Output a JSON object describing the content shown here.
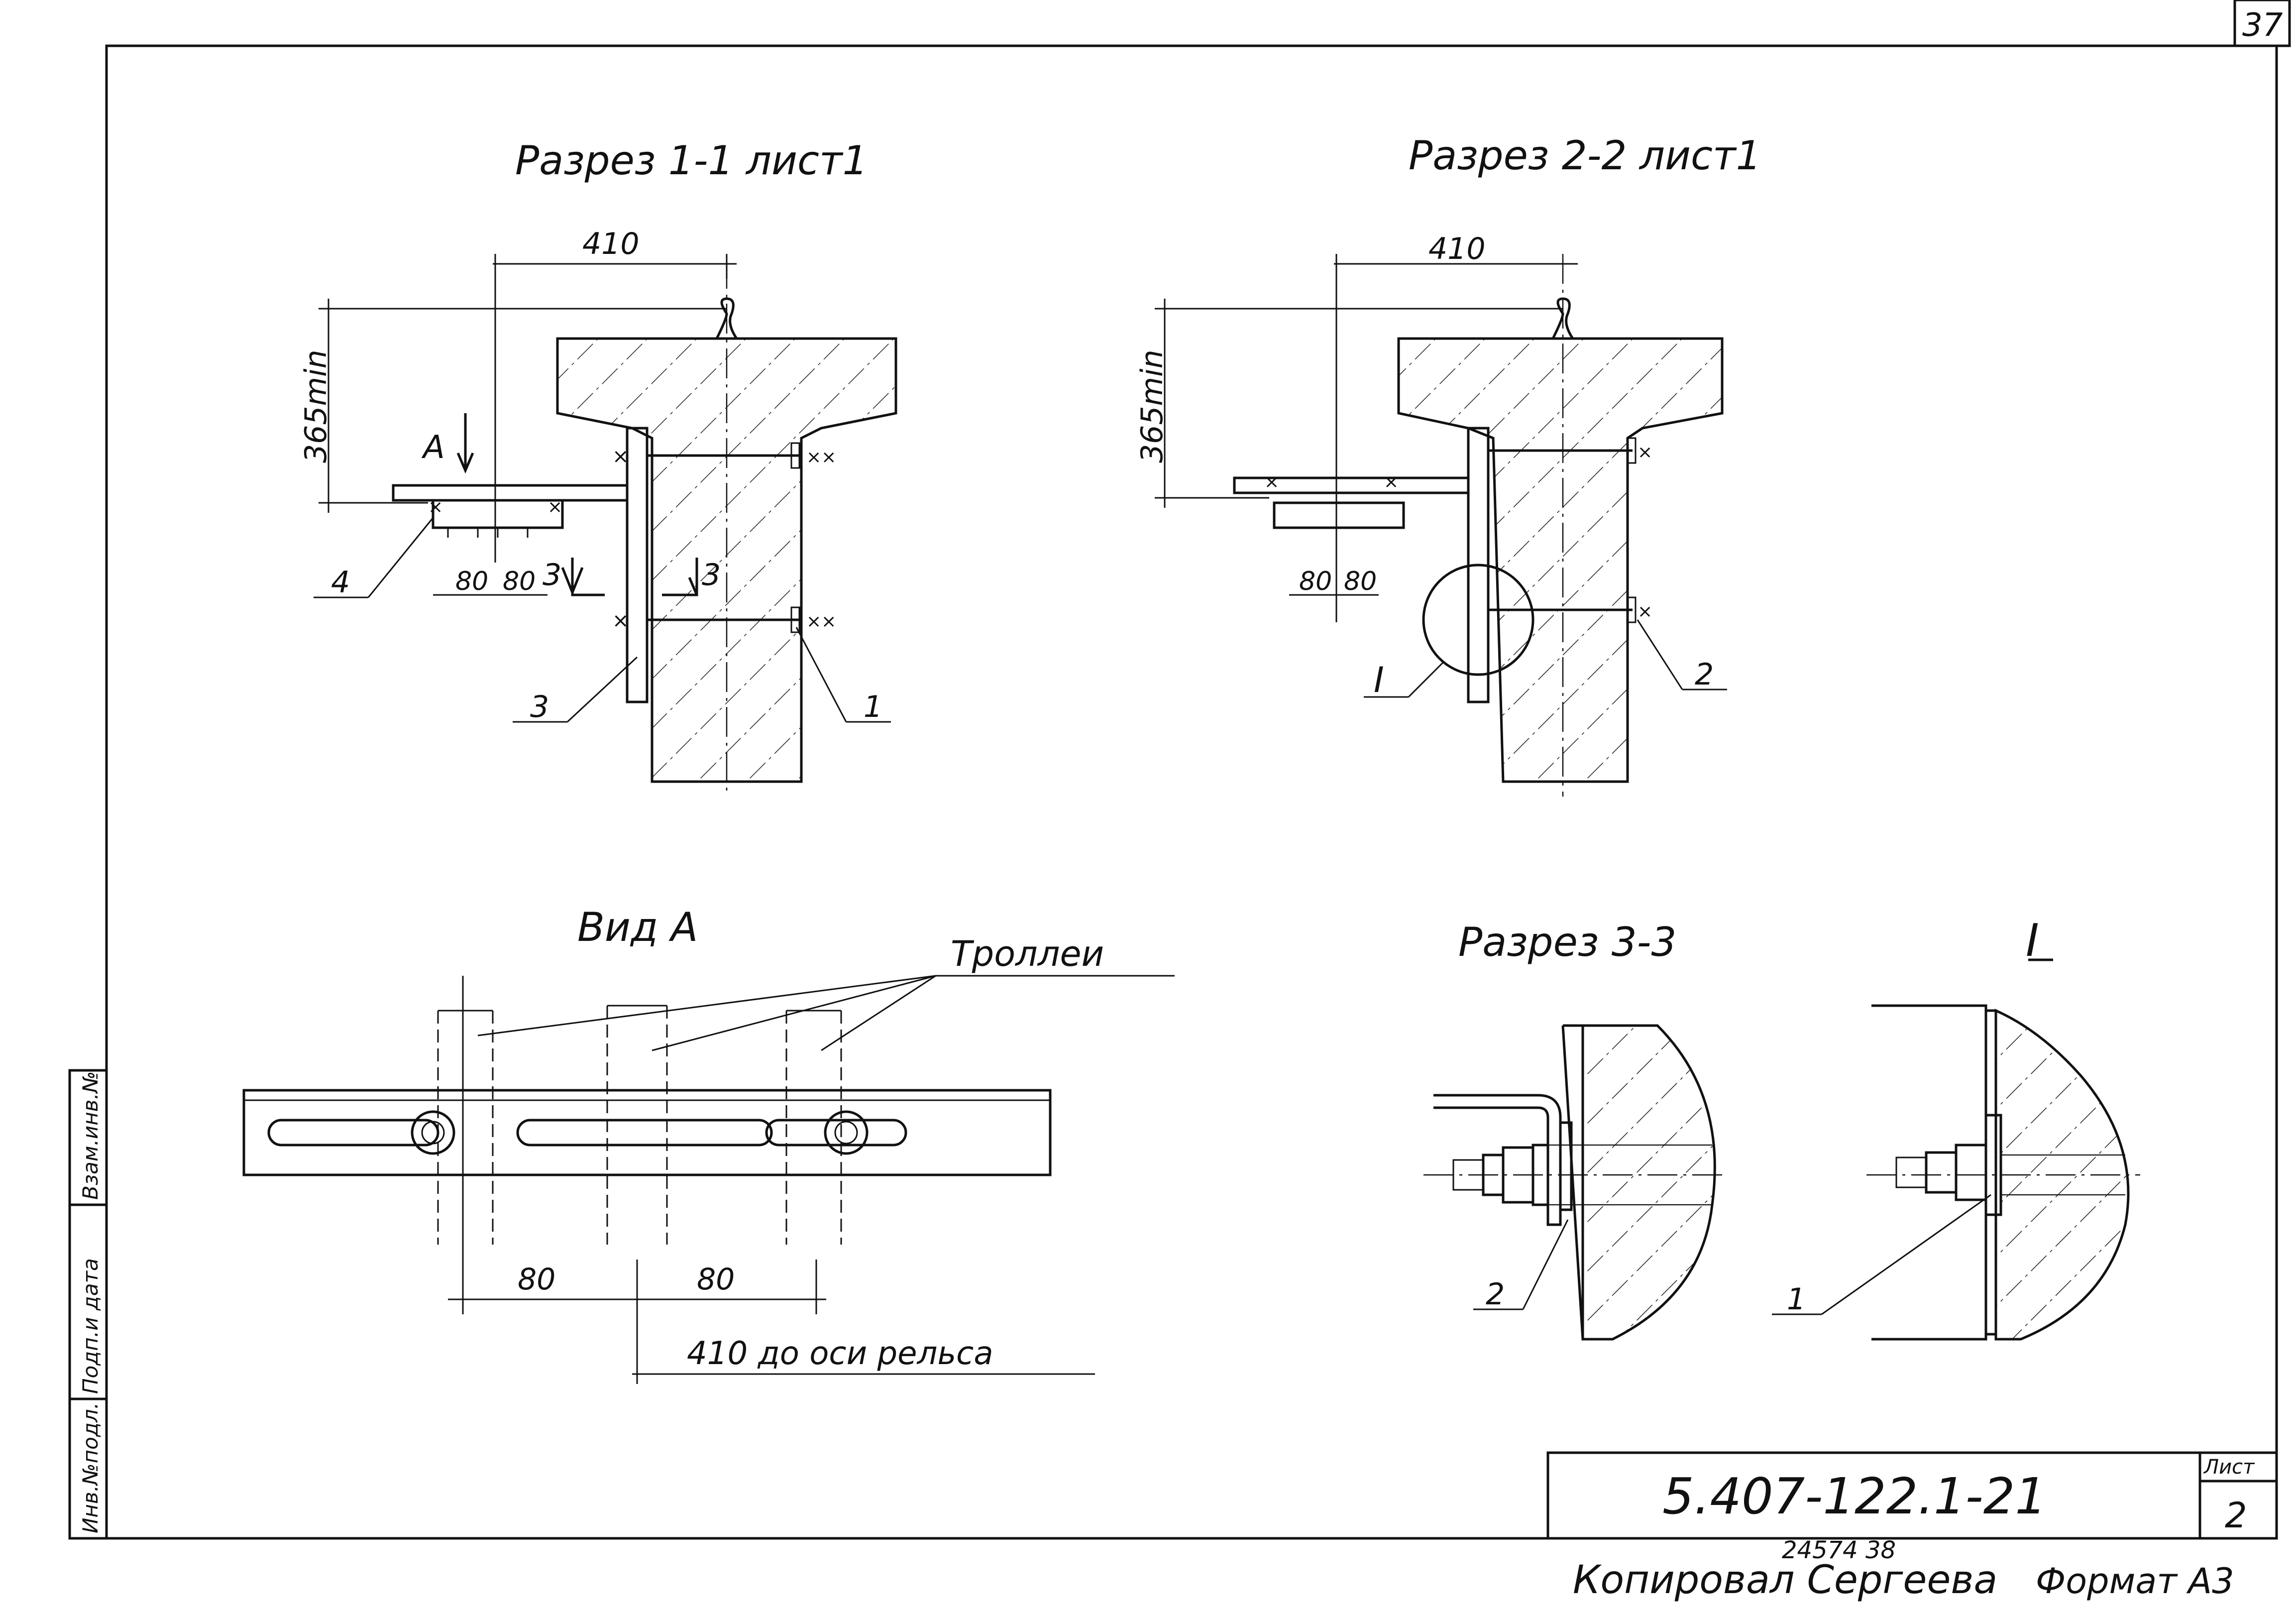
{
  "sheet_number_corner": "37",
  "sections": {
    "s11_title": "Разрез 1-1 лист1",
    "s22_title": "Разрез 2-2 лист1",
    "view_a_title": "Вид А",
    "s33_title": "Разрез 3-3",
    "detail_title": "I"
  },
  "dims": {
    "d410": "410",
    "d365": "365min",
    "d80": "80",
    "rail_note": "410  до оси рельса"
  },
  "markers": {
    "view_a": "А",
    "section3": "3",
    "detail_ref": "I"
  },
  "callouts": {
    "c1": "1",
    "c2": "2",
    "c3": "3",
    "c4": "4"
  },
  "labels": {
    "trolleys": "Троллеи"
  },
  "side_stamp": {
    "col1": "Инв.№подл.",
    "col2": "Подп.и дата",
    "col3": "Взам.инв.№"
  },
  "title_block": {
    "code": "5.407-122.1-21",
    "sheet_label": "Лист",
    "sheet_no": "2"
  },
  "footer": {
    "copied": "Копировал Сергеева",
    "order": "24574  38",
    "format": "Формат А3"
  }
}
